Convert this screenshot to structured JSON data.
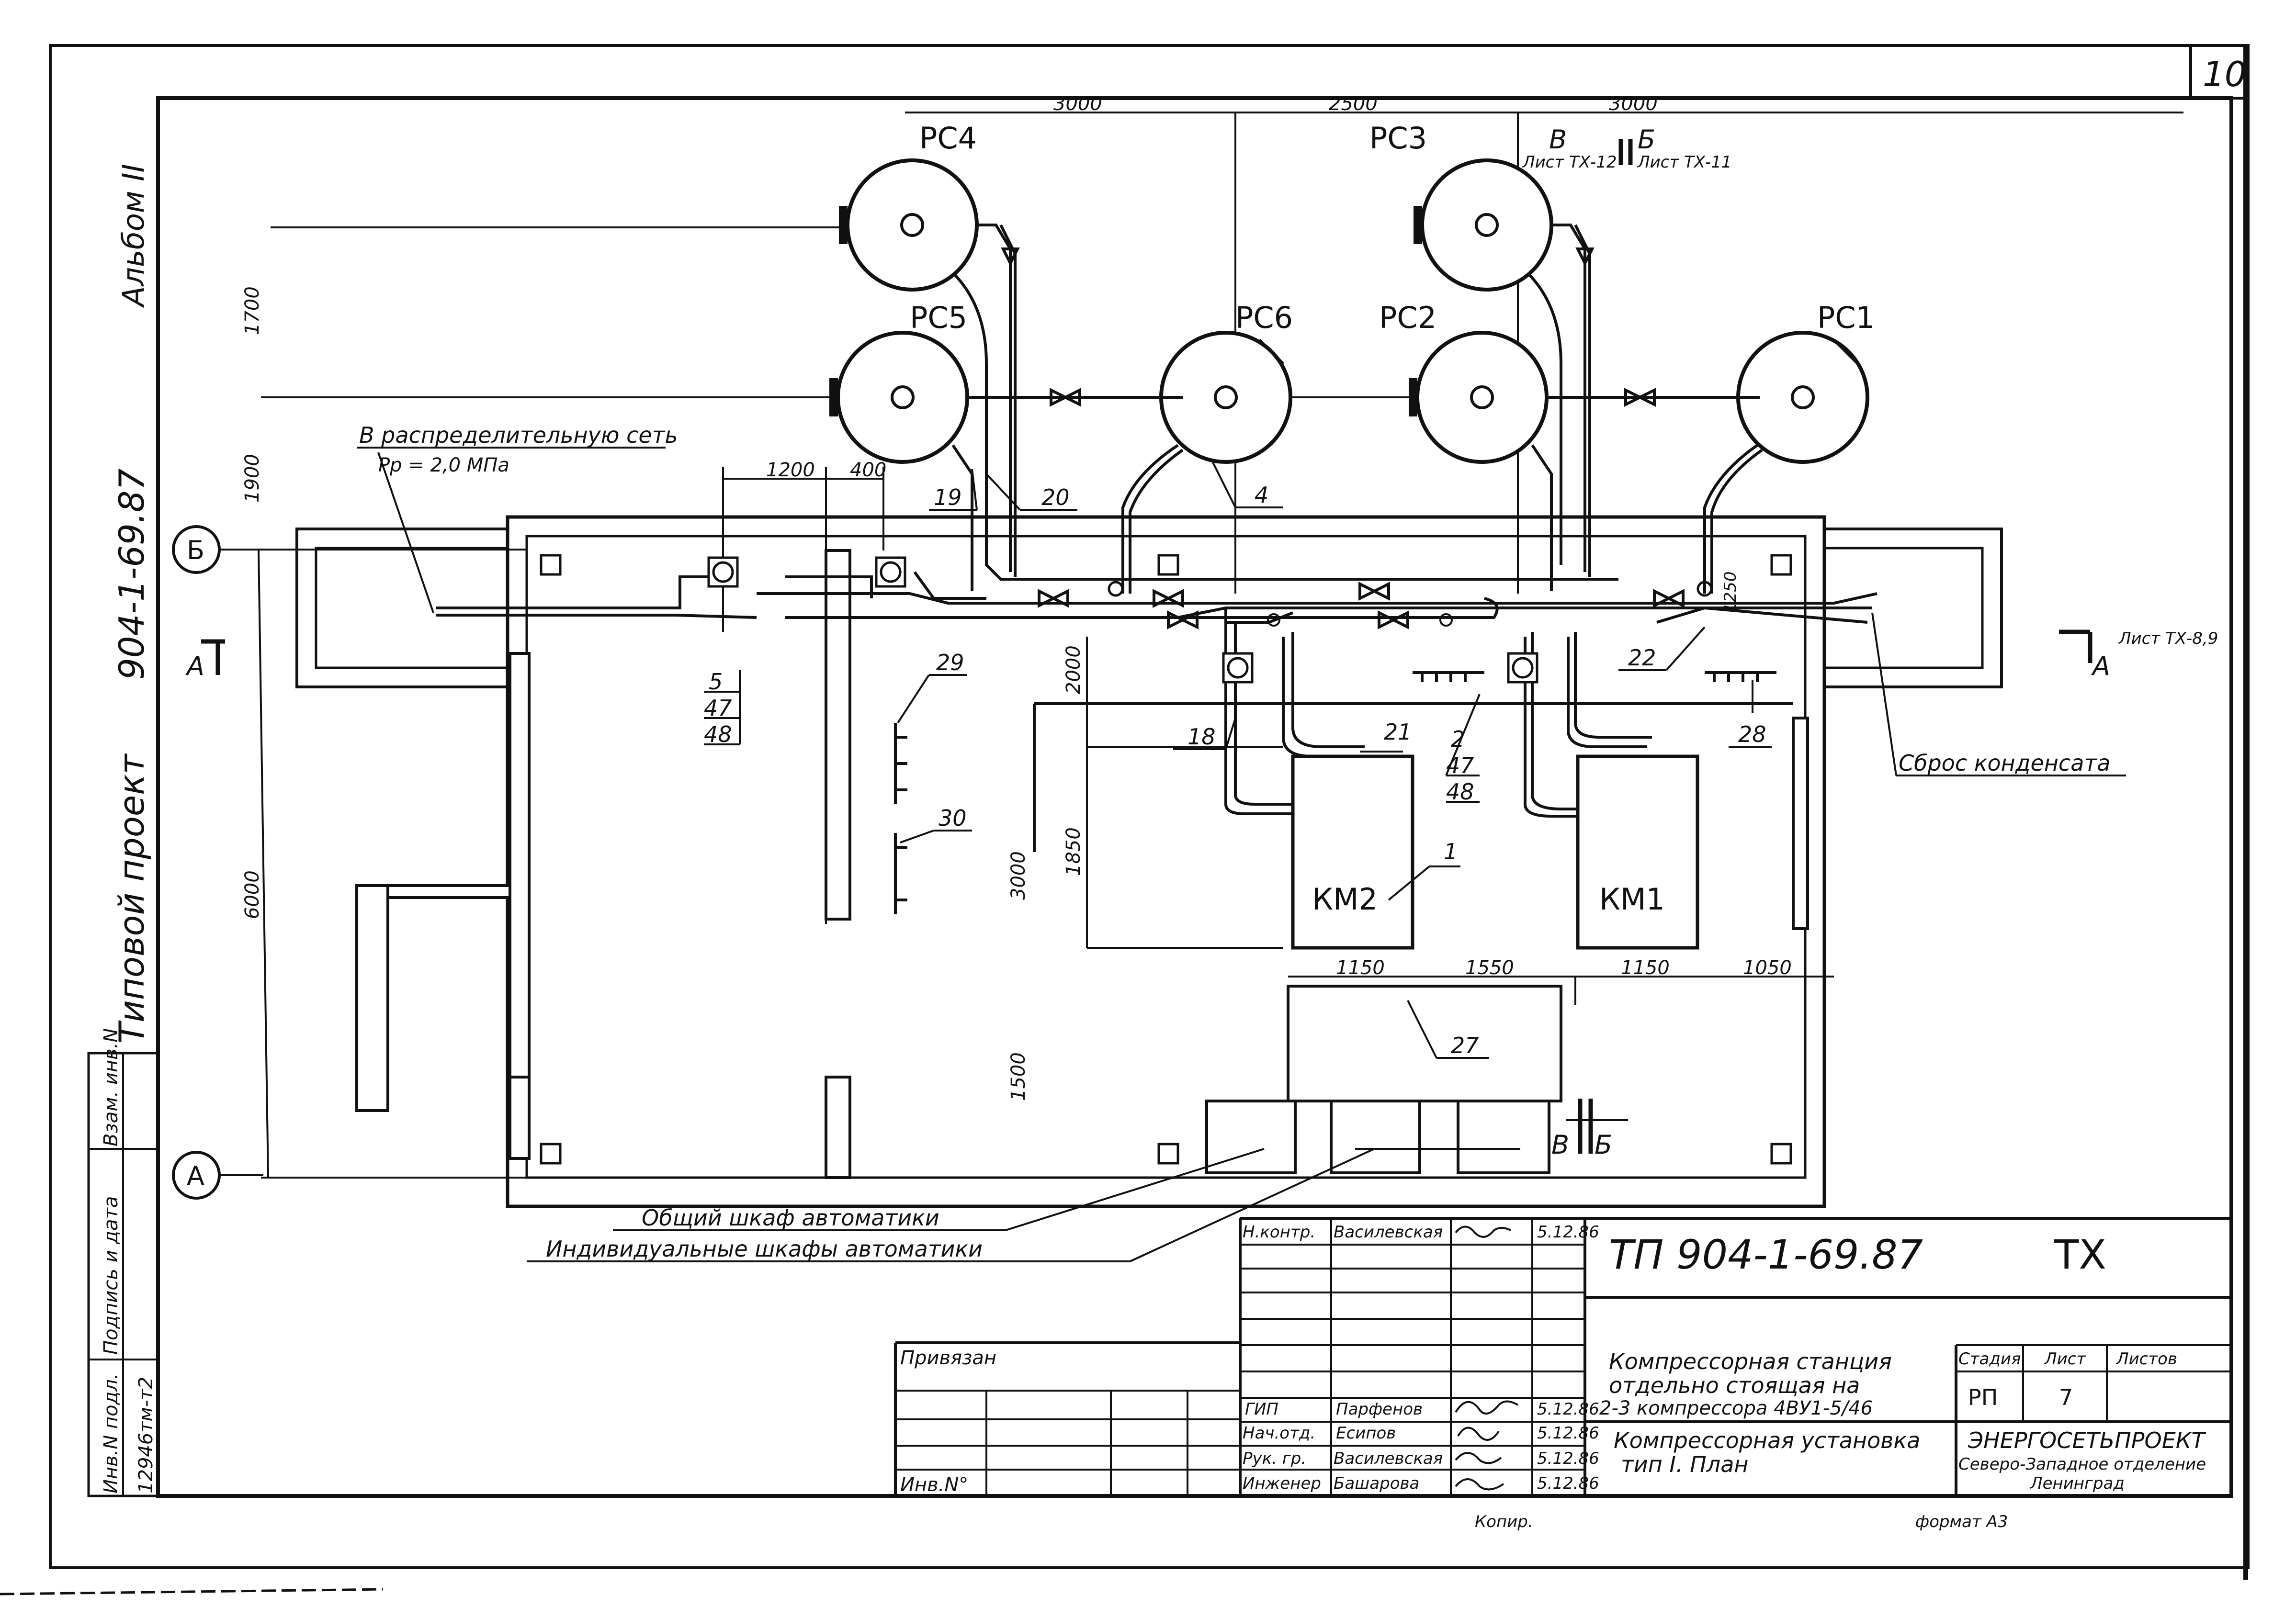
{
  "sheet_corner_number": "10",
  "margin": {
    "album": "Альбом II",
    "project": "904-1-69.87",
    "typical": "Типовой проект",
    "inv_podl": "Инв.N подл.",
    "podpis": "Подпись и дата",
    "vzam": "Взам. инв.N",
    "inv_value": "12946тм-т2"
  },
  "axes": {
    "b": "Б",
    "a": "А"
  },
  "section": {
    "a_left": "А",
    "a_right": "А",
    "ref_right": "Лист ТХ-8,9"
  },
  "section_vb": {
    "v": "В",
    "b": "Б",
    "ref_v": "Лист ТХ-12",
    "ref_b": "Лист ТХ-11"
  },
  "receivers": [
    "РС4",
    "РС3",
    "РС5",
    "РС6",
    "РС2",
    "РС1"
  ],
  "compressors": [
    "КМ2",
    "КМ1"
  ],
  "dimensions": {
    "top": [
      "3000",
      "2500",
      "3000"
    ],
    "left": [
      "1700",
      "1900",
      "6000"
    ],
    "pipe": [
      "1200",
      "400"
    ],
    "interior_v": [
      "2000",
      "1850",
      "3000",
      "1500",
      "1250"
    ],
    "bottom_row": [
      "1150",
      "1550",
      "1150",
      "1050"
    ]
  },
  "callouts": {
    "c5": [
      "5",
      "47",
      "48"
    ],
    "c2": [
      "2",
      "47",
      "48"
    ],
    "c19": "19",
    "c20": "20",
    "c4": "4",
    "c18": "18",
    "c21": "21",
    "c22": "22",
    "c28": "28",
    "c29": "29",
    "c30": "30",
    "c1": "1",
    "c27": "27"
  },
  "notes": {
    "network": "В распределительную сеть",
    "pressure": "Pр = 2,0 МПа",
    "condensate": "Сброс конденсата",
    "common_cabinet": "Общий шкаф автоматики",
    "individual_cabinets": "Индивидуальные шкафы автоматики"
  },
  "title_block": {
    "code": "ТП 904-1-69.87",
    "mark": "ТХ",
    "privyazan": "Привязан",
    "inv_no": "Инв.N°",
    "roles": [
      {
        "role": "Н.контр.",
        "name": "Василевская",
        "date": "5.12.86"
      },
      {
        "role": "ГИП",
        "name": "Парфенов",
        "date": "5.12.86"
      },
      {
        "role": "Нач.отд.",
        "name": "Есипов",
        "date": "5.12.86"
      },
      {
        "role": "Рук. гр.",
        "name": "Василевская",
        "date": "5.12.86"
      },
      {
        "role": "Инженер",
        "name": "Башарова",
        "date": "5.12.86"
      }
    ],
    "desc1": "Компрессорная станция отдельно стоящая на 2-3 компрессора 4ВУ1-5/46",
    "desc1_lines": [
      "Компрессорная станция",
      "отдельно стоящая на",
      "2-3 компрессора 4ВУ1-5/46"
    ],
    "desc2_lines": [
      "Компрессорная установка",
      "тип I.  План"
    ],
    "stage_h": "Стадия",
    "sheet_h": "Лист",
    "sheets_h": "Листов",
    "stage": "РП",
    "sheet": "7",
    "sheets": "",
    "org": [
      "ЭНЕРГОСЕТЬПРОЕКТ",
      "Северо-Западное отделение",
      "Ленинград"
    ],
    "kopir": "Копир.",
    "format": "формат А3"
  }
}
